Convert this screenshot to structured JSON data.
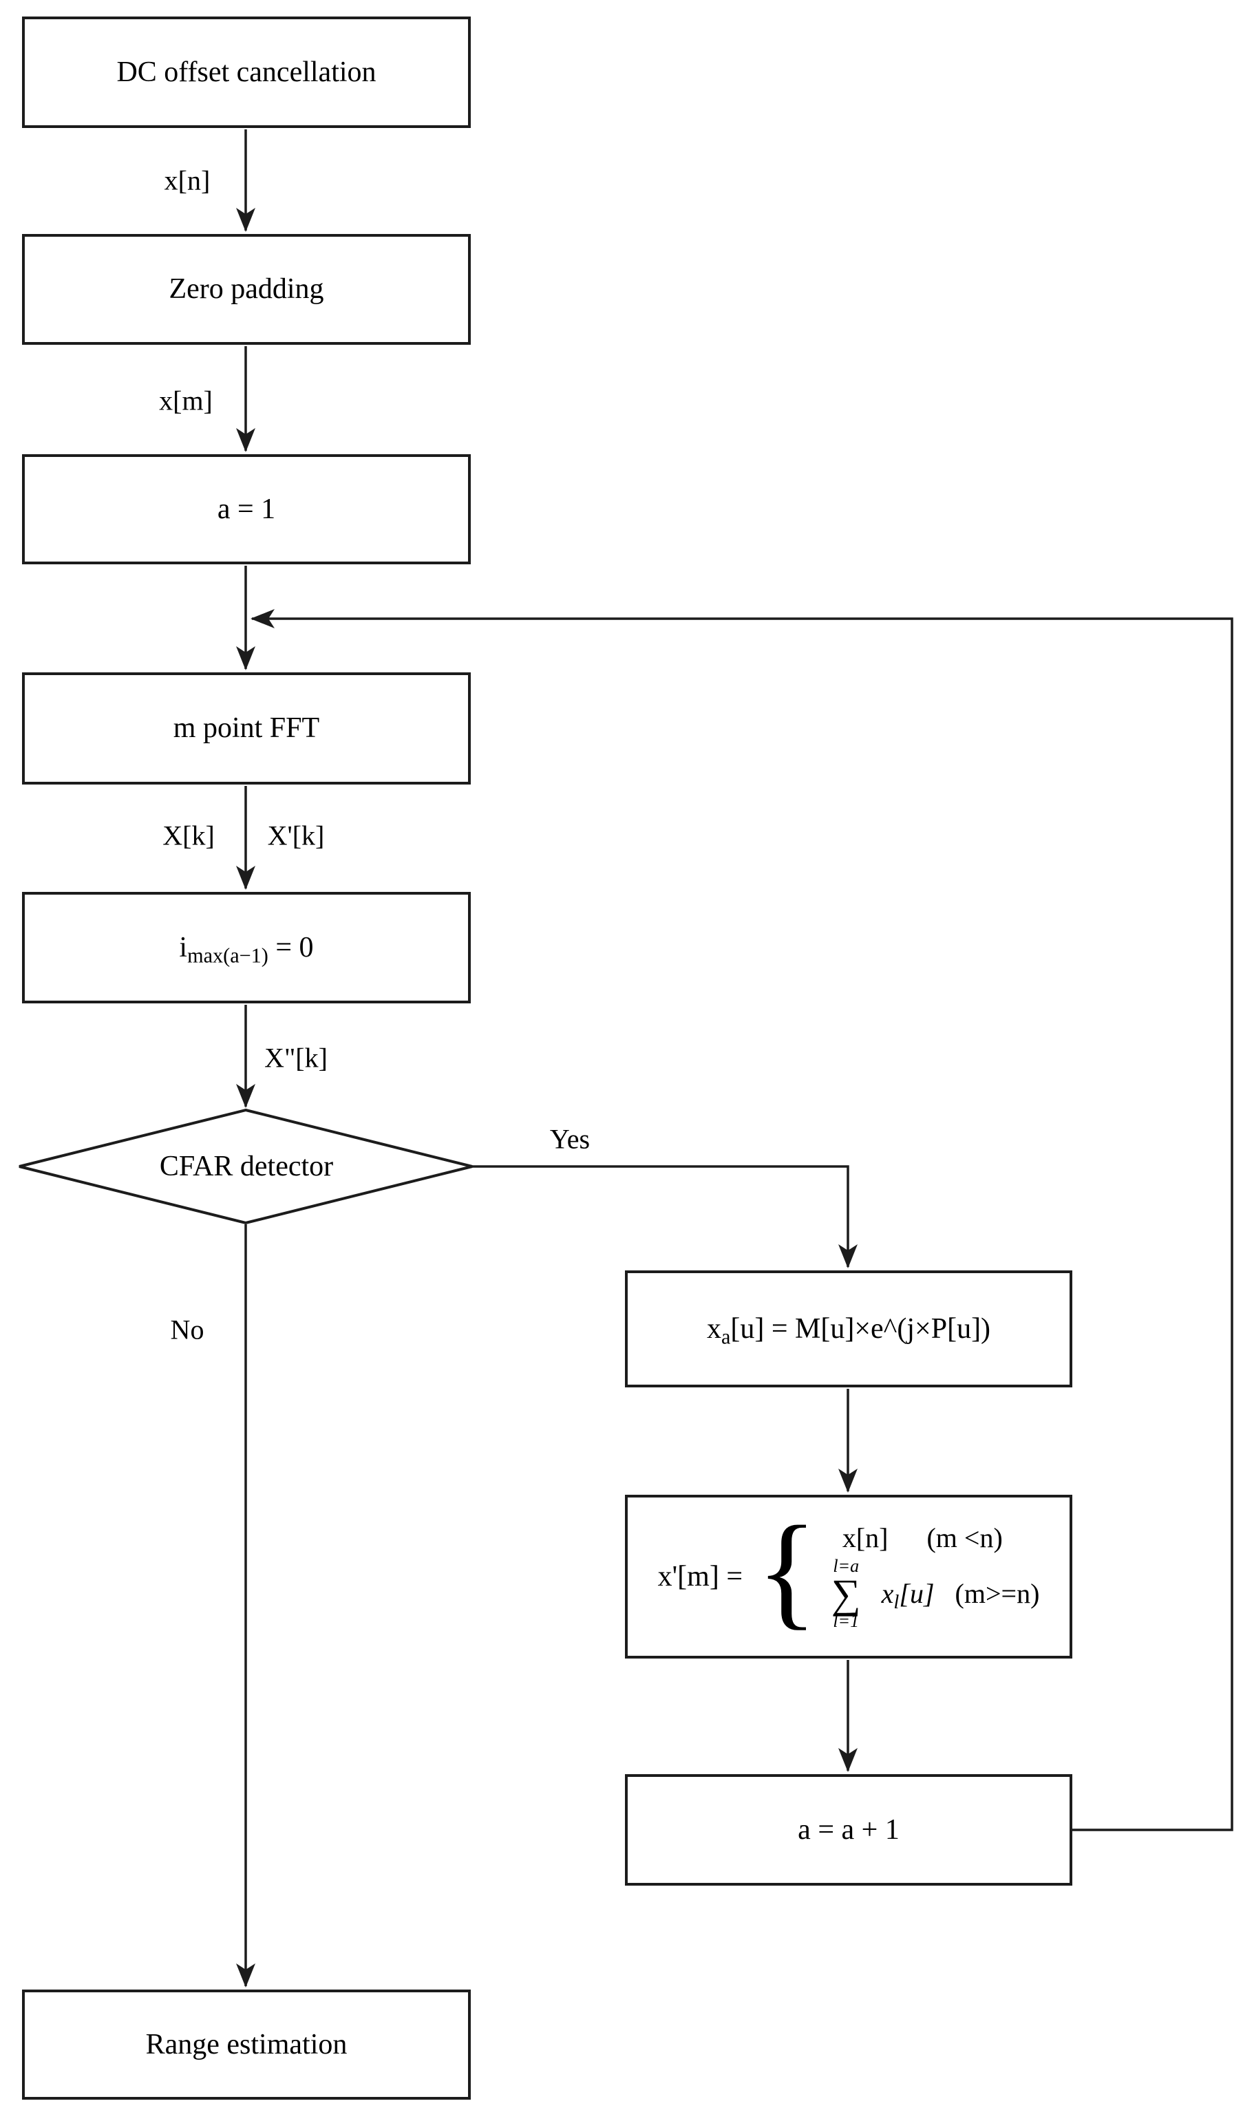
{
  "diagram": {
    "background_color": "#ffffff",
    "stroke_color": "#1c1c1c",
    "nodes": {
      "dc_offset": {
        "label": "DC offset cancellation"
      },
      "zero_padding": {
        "label": "Zero padding"
      },
      "a_init": {
        "label": "a = 1"
      },
      "fft": {
        "label": "m point FFT"
      },
      "imax": {
        "base": "i",
        "subscript": "max(a−1)",
        "rest": " = 0"
      },
      "cfar": {
        "label": "CFAR detector"
      },
      "xa": {
        "base": "x",
        "subscript": "a",
        "rest": "[u] = M[u]×e^(j×P[u])"
      },
      "piecewise": {
        "lhs": "x'[m] =",
        "brace": "{",
        "case1_expr": "x[n]",
        "case1_cond": "(m <n)",
        "sum_upper": "l=a",
        "sum_sigma": "∑",
        "sum_lower": "l=1",
        "case2_expr_base": "x",
        "case2_expr_sub": "l",
        "case2_expr_rest": "[u]",
        "case2_cond": "(m>=n)"
      },
      "a_increment": {
        "label": "a = a + 1"
      },
      "range_estimation": {
        "label": "Range estimation"
      }
    },
    "edge_labels": {
      "xn": "x[n]",
      "xm": "x[m]",
      "Xk": "X[k]",
      "Xprimek": "X'[k]",
      "Xdoubleprimek": "X\"[k]",
      "yes": "Yes",
      "no": "No"
    }
  }
}
